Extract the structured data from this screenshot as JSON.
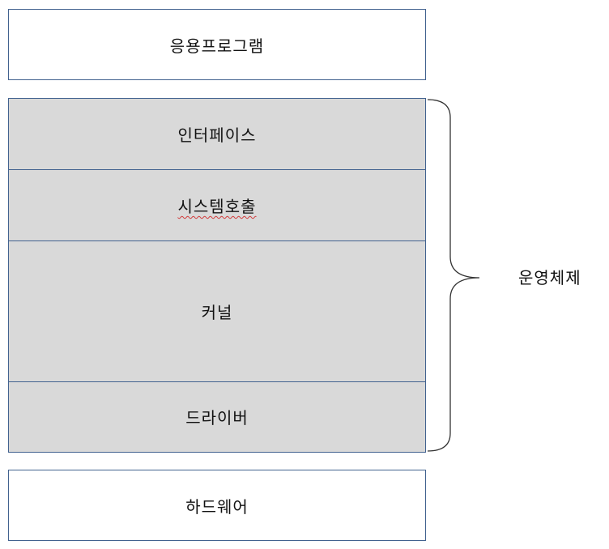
{
  "top_box": {
    "label": "응용프로그램"
  },
  "os_layers": [
    {
      "label": "인터페이스"
    },
    {
      "label": "시스템호출"
    },
    {
      "label": "커널"
    },
    {
      "label": "드라이버"
    }
  ],
  "brace_label": "운영체제",
  "bottom_box": {
    "label": "하드웨어"
  },
  "colors": {
    "border": "#42628f",
    "layer_fill": "#d9d9d9",
    "box_fill": "#ffffff",
    "spellcheck_underline": "#d23b3b"
  }
}
